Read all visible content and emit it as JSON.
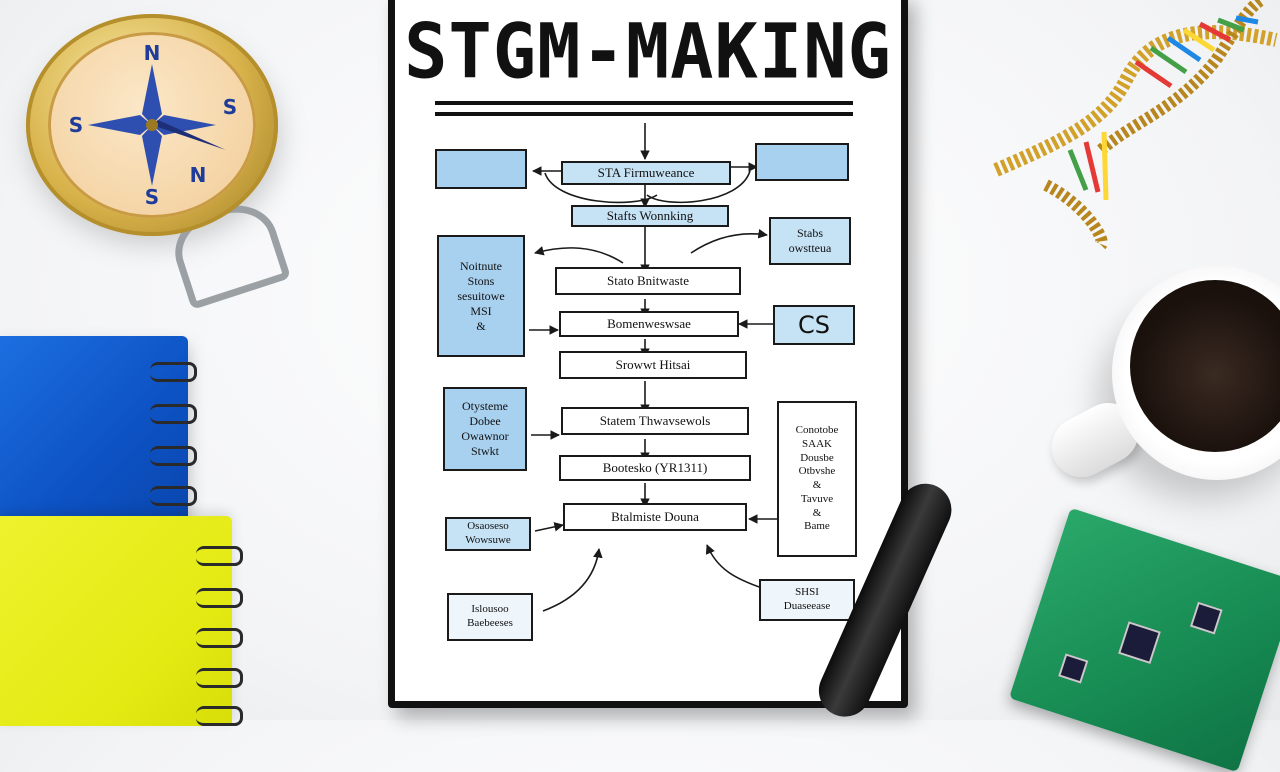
{
  "diagram": {
    "title": "STGM-MAKING",
    "center_boxes": [
      {
        "id": "c1",
        "label": "STA Firmuweance"
      },
      {
        "id": "c2",
        "label": "Stafts Wonnking"
      },
      {
        "id": "c3",
        "label": "Stato Bnitwaste"
      },
      {
        "id": "c4",
        "label": "Bomenweswsae"
      },
      {
        "id": "c5",
        "label": "Srowwt Hitsai"
      },
      {
        "id": "c6",
        "label": "Statem Thwavsewols"
      },
      {
        "id": "c7",
        "label": "Bootesko (YR1311)"
      },
      {
        "id": "c8",
        "label": "Btalmiste Douna"
      }
    ],
    "left_boxes": [
      {
        "id": "l1",
        "label": ""
      },
      {
        "id": "l2",
        "label": "Noitnute\nStons\nsesuitowe\nMSI\n&"
      },
      {
        "id": "l3",
        "label": "Otysteme\nDobee\nOwawnor\nStwkt"
      },
      {
        "id": "l4",
        "label": "Osaoseso\nWowsuwe"
      },
      {
        "id": "l5",
        "label": "Islousoo\nBaebeeses"
      }
    ],
    "right_boxes": [
      {
        "id": "r1",
        "label": ""
      },
      {
        "id": "r2",
        "label": "Stabs\nowstteua"
      },
      {
        "id": "r3",
        "label": "CS"
      },
      {
        "id": "r4",
        "label": "Conotobe\nSAAK\nDousbe\nOtbvshe\n&\nTavuve\n&\nBame"
      },
      {
        "id": "r5",
        "label": "SHSI\nDuaseease"
      }
    ]
  },
  "colors": {
    "box_blue": "#a8d0ef",
    "box_light_blue": "#c6e2f5",
    "ink": "#111111",
    "blue_notebook": "#0d52c4",
    "yellow_notebook": "#e3ea12"
  },
  "scene_items": [
    "compass-icon",
    "dna-helix-icon",
    "coffee-mug-icon",
    "pen-icon",
    "circuit-board-icon",
    "blue-notebook",
    "yellow-notebook"
  ]
}
